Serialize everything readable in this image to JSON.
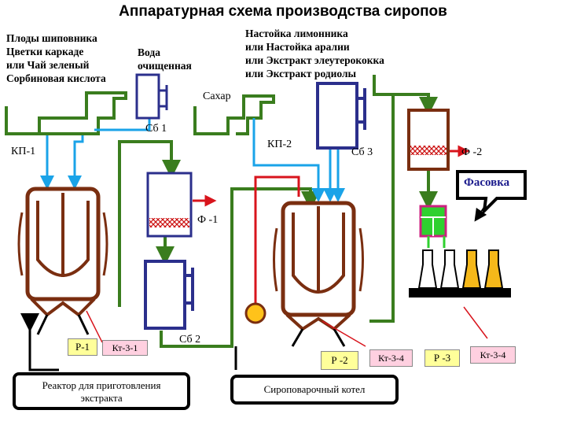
{
  "title": "Аппаратурная схема производства сиропов",
  "ingredients_left": [
    "Плоды шиповника",
    "Цветки каркаде",
    "или Чай зеленый",
    "Сорбиновая кислота"
  ],
  "water": [
    "Вода",
    "очищенная"
  ],
  "ingredients_right": [
    "Настойка лимонника",
    "или Настойка аралии",
    "или Экстракт элеутерококка",
    "или Экстракт родиолы"
  ],
  "sugar": "Сахар",
  "labels": {
    "kp1": "КП-1",
    "kp2": "КП-2",
    "sb1": "Сб 1",
    "sb2": "Сб 2",
    "sb3": "Сб 3",
    "f1": "Ф -1",
    "f2": "Ф -2",
    "r1": "Р-1",
    "r2": "Р -2",
    "r3": "Р -3",
    "kt1": "Кт-3-1",
    "kt4a": "Кт-3-4",
    "kt4b": "Кт-3-4"
  },
  "callouts": {
    "packing": "Фасовка",
    "reactor": [
      "Реактор для приготовления",
      "экстракта"
    ],
    "boiler": "Сироповарочный котел"
  },
  "colors": {
    "pipe_green": "#3a7d1e",
    "pipe_blue": "#1aa3e8",
    "pipe_red": "#d8141c",
    "reactor_brown": "#7a2e10",
    "vessel_navy": "#2b2f8c",
    "filter_red": "#cc1010",
    "pump_yellow": "#ffc21a",
    "packing_green": "#2fd02f",
    "bottle_orange": "#f5b81a",
    "label_yellow": "#ffff9a",
    "label_pink": "#ffd0e0"
  }
}
